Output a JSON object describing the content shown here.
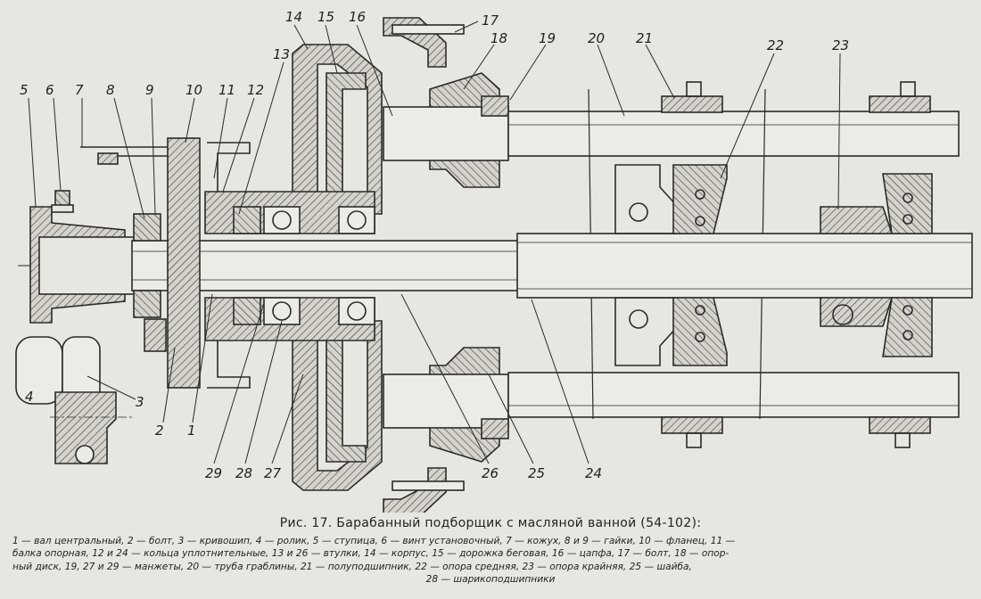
{
  "figure": {
    "title": "Рис. 17. Барабанный подборщик с масляной ванной (54-102):",
    "legend_lines": [
      "1 — вал центральный, 2 — болт, 3 — кривошип, 4 — ролик, 5 — ступица, 6 — винт установочный, 7 — кожух, 8 и 9 — гайки, 10 — фланец, 11 —",
      "балка опорная, 12 и 24 — кольца уплотнительные, 13 и 26 — втулки, 14 — корпус, 15 — дорожка беговая, 16 — цапфа, 17 — болт, 18 — опор-",
      "ный диск, 19, 27 и 29 — манжеты, 20 — труба граблины, 21 — полуподшипник, 22 — опора средняя, 23 — опора крайняя, 25 — шайба,",
      "28 — шарикоподшипники"
    ]
  },
  "callouts": [
    {
      "id": "c5",
      "label": "5"
    },
    {
      "id": "c6",
      "label": "6"
    },
    {
      "id": "c7",
      "label": "7"
    },
    {
      "id": "c8",
      "label": "8"
    },
    {
      "id": "c9",
      "label": "9"
    },
    {
      "id": "c10",
      "label": "10"
    },
    {
      "id": "c11",
      "label": "11"
    },
    {
      "id": "c12",
      "label": "12"
    },
    {
      "id": "c13",
      "label": "13"
    },
    {
      "id": "c14",
      "label": "14"
    },
    {
      "id": "c15",
      "label": "15"
    },
    {
      "id": "c16",
      "label": "16"
    },
    {
      "id": "c17",
      "label": "17"
    },
    {
      "id": "c18",
      "label": "18"
    },
    {
      "id": "c19",
      "label": "19"
    },
    {
      "id": "c20",
      "label": "20"
    },
    {
      "id": "c21",
      "label": "21"
    },
    {
      "id": "c22",
      "label": "22"
    },
    {
      "id": "c23",
      "label": "23"
    },
    {
      "id": "c4",
      "label": "4"
    },
    {
      "id": "c3",
      "label": "3"
    },
    {
      "id": "c2",
      "label": "2"
    },
    {
      "id": "c1",
      "label": "1"
    },
    {
      "id": "c29",
      "label": "29"
    },
    {
      "id": "c28",
      "label": "28"
    },
    {
      "id": "c27",
      "label": "27"
    },
    {
      "id": "c26",
      "label": "26"
    },
    {
      "id": "c25",
      "label": "25"
    },
    {
      "id": "c24",
      "label": "24"
    }
  ]
}
